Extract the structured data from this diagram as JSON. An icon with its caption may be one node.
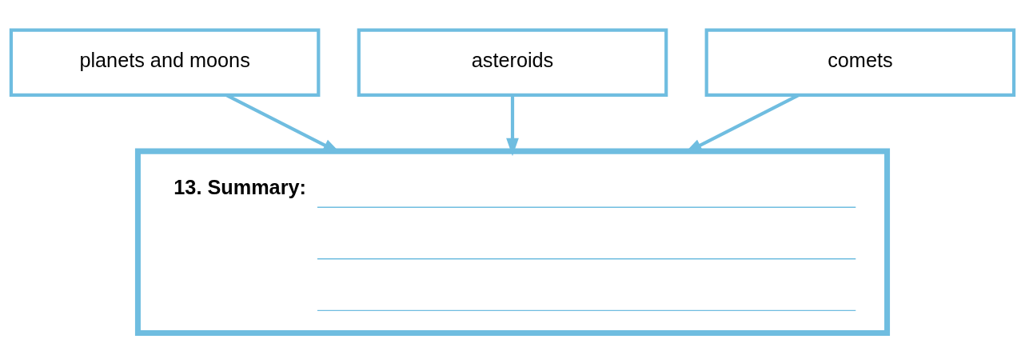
{
  "diagram": {
    "nodes": [
      {
        "text": [
          "planets and moons"
        ]
      },
      {
        "text": [
          "asteroids"
        ]
      },
      {
        "text": [
          "comets"
        ]
      },
      {
        "text": [
          "13. Summary:"
        ]
      }
    ],
    "edges": [
      {
        "from": 0,
        "to": 3,
        "arrow": "to"
      },
      {
        "from": 1,
        "to": 3,
        "arrow": "to"
      },
      {
        "from": 2,
        "to": 3,
        "arrow": "to"
      }
    ]
  }
}
